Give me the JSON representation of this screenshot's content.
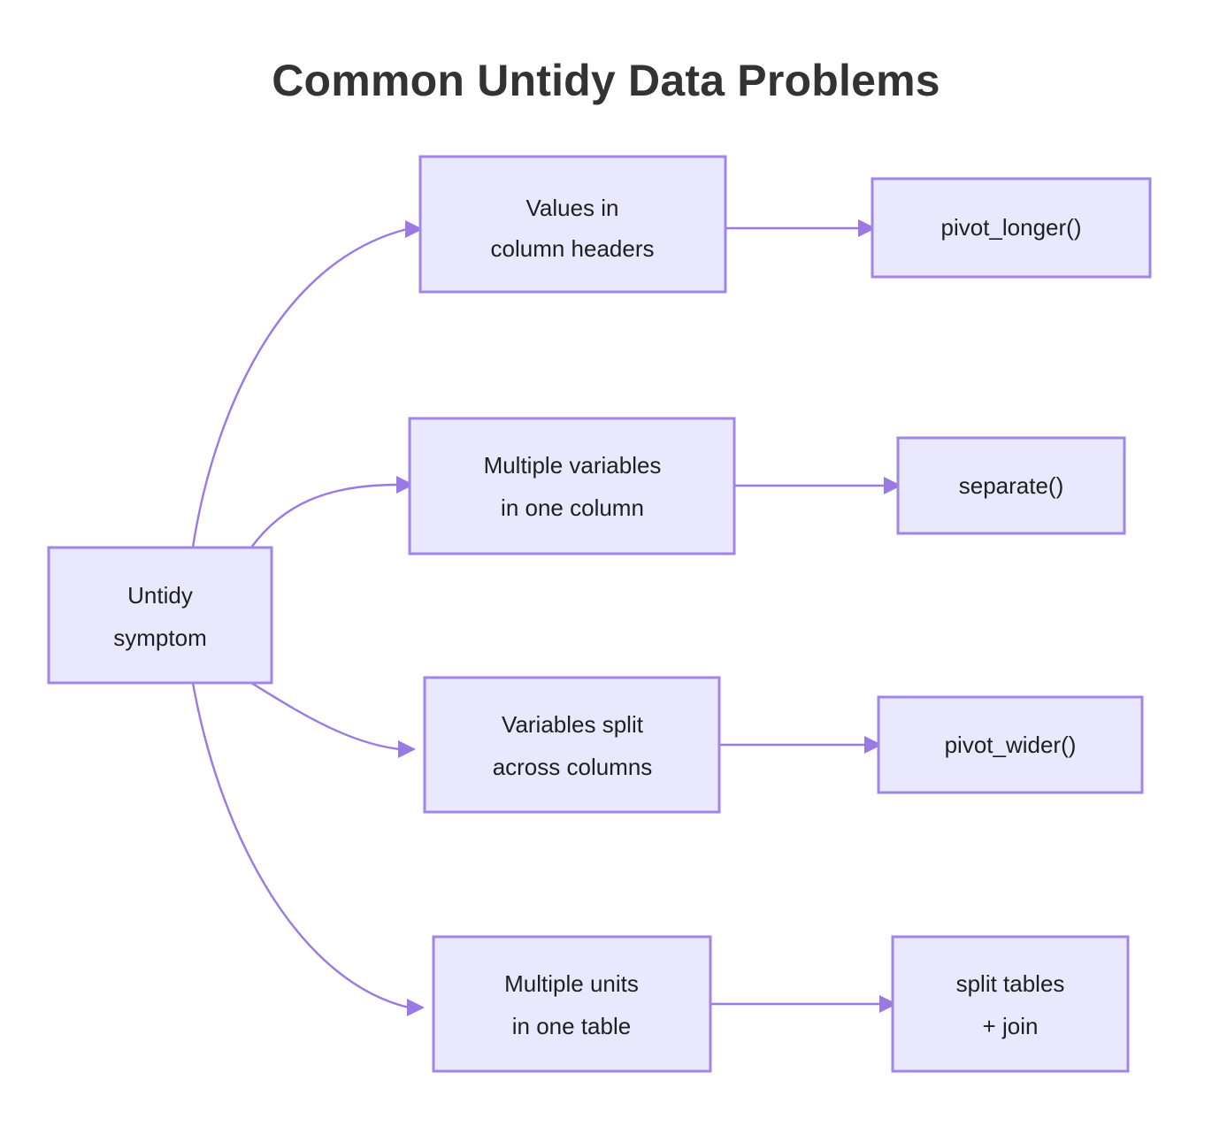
{
  "title": "Common Untidy Data Problems",
  "colors": {
    "node_fill": "#eae8fc",
    "node_border": "#a285e8",
    "edge": "#9b79e3",
    "title_text": "#333333",
    "node_text": "#1f1f1f",
    "background": "#ffffff"
  },
  "chart_data": {
    "type": "diagram",
    "diagram_kind": "flowchart",
    "direction": "left-to-right",
    "title": "Common Untidy Data Problems",
    "nodes": [
      {
        "id": "root",
        "label_line1": "Untidy",
        "label_line2": "symptom",
        "column": 0,
        "row": 0
      },
      {
        "id": "sym1",
        "label_line1": "Values in",
        "label_line2": "column headers",
        "column": 1,
        "row": 1
      },
      {
        "id": "fix1",
        "label_line1": "pivot_longer()",
        "label_line2": "",
        "column": 2,
        "row": 1
      },
      {
        "id": "sym2",
        "label_line1": "Multiple variables",
        "label_line2": "in one column",
        "column": 1,
        "row": 2
      },
      {
        "id": "fix2",
        "label_line1": "separate()",
        "label_line2": "",
        "column": 2,
        "row": 2
      },
      {
        "id": "sym3",
        "label_line1": "Variables split",
        "label_line2": "across columns",
        "column": 1,
        "row": 3
      },
      {
        "id": "fix3",
        "label_line1": "pivot_wider()",
        "label_line2": "",
        "column": 2,
        "row": 3
      },
      {
        "id": "sym4",
        "label_line1": "Multiple units",
        "label_line2": "in one table",
        "column": 1,
        "row": 4
      },
      {
        "id": "fix4",
        "label_line1": "split tables",
        "label_line2": "+ join",
        "column": 2,
        "row": 4
      }
    ],
    "edges": [
      {
        "from": "root",
        "to": "sym1",
        "style": "curved"
      },
      {
        "from": "root",
        "to": "sym2",
        "style": "curved"
      },
      {
        "from": "root",
        "to": "sym3",
        "style": "curved"
      },
      {
        "from": "root",
        "to": "sym4",
        "style": "curved"
      },
      {
        "from": "sym1",
        "to": "fix1",
        "style": "straight"
      },
      {
        "from": "sym2",
        "to": "fix2",
        "style": "straight"
      },
      {
        "from": "sym3",
        "to": "fix3",
        "style": "straight"
      },
      {
        "from": "sym4",
        "to": "fix4",
        "style": "straight"
      }
    ]
  },
  "nodes": {
    "root": {
      "line1": "Untidy",
      "line2": "symptom"
    },
    "sym1": {
      "line1": "Values in",
      "line2": "column headers"
    },
    "fix1": {
      "line1": "pivot_longer()"
    },
    "sym2": {
      "line1": "Multiple variables",
      "line2": "in one column"
    },
    "fix2": {
      "line1": "separate()"
    },
    "sym3": {
      "line1": "Variables split",
      "line2": "across columns"
    },
    "fix3": {
      "line1": "pivot_wider()"
    },
    "sym4": {
      "line1": "Multiple units",
      "line2": "in one table"
    },
    "fix4": {
      "line1": "split tables",
      "line2": "+ join"
    }
  }
}
